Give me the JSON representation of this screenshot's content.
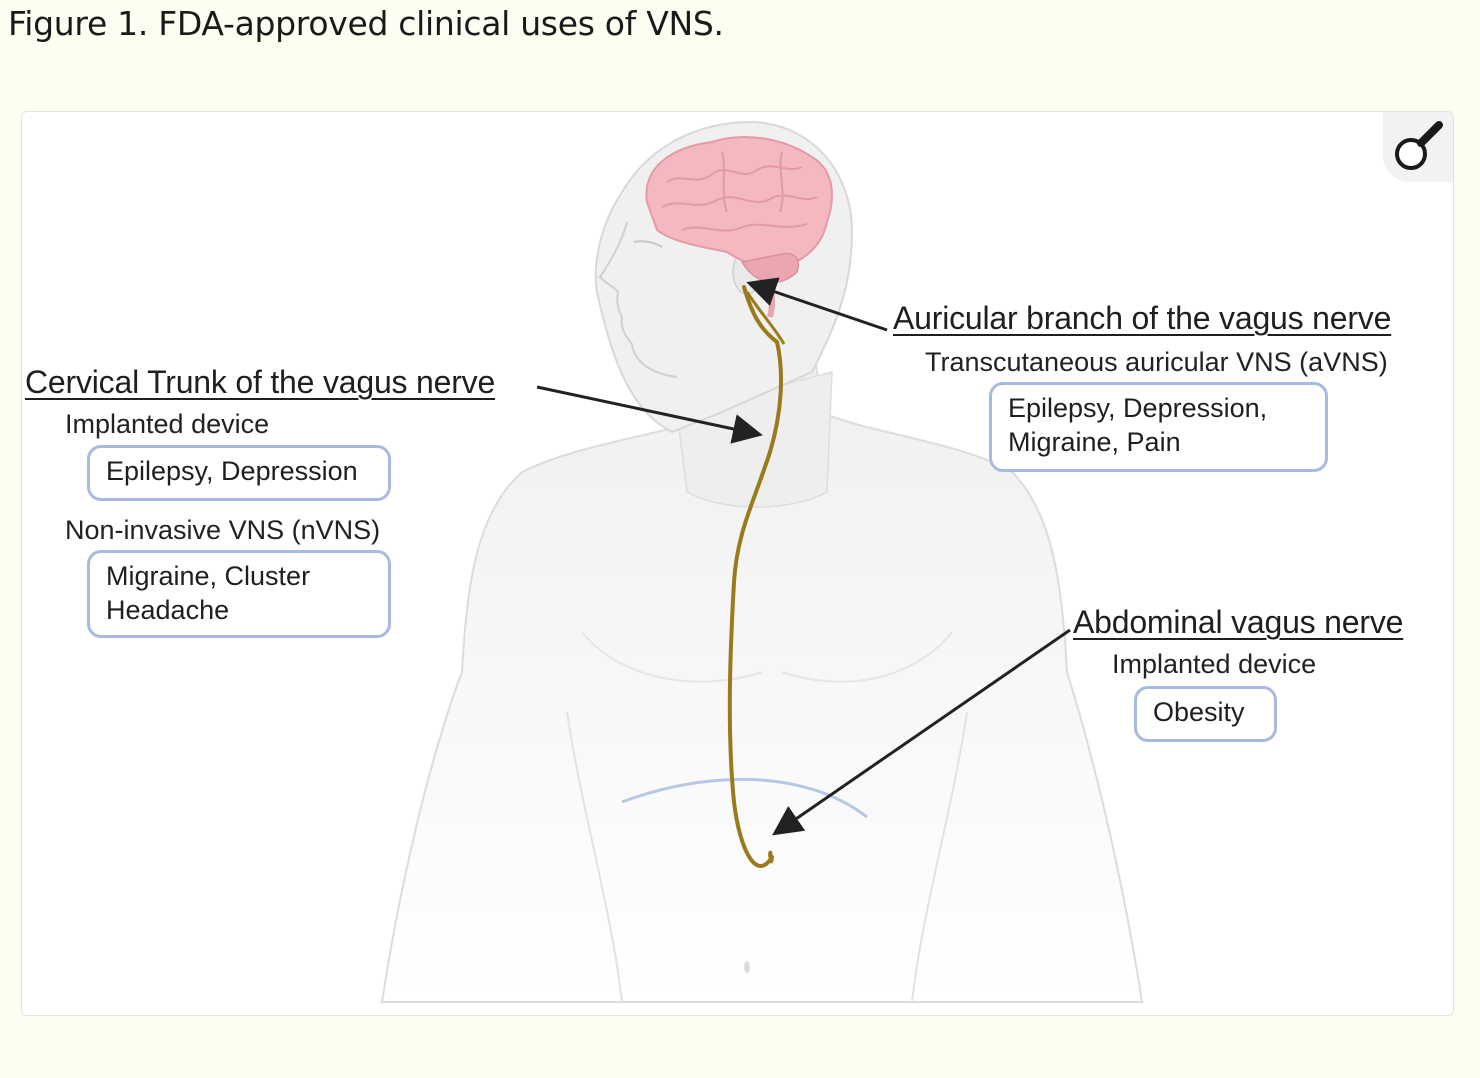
{
  "caption": "Figure 1. FDA-approved clinical uses of VNS.",
  "cervical": {
    "heading": "Cervical Trunk of the vagus nerve",
    "implanted_label": "Implanted device",
    "implanted_uses": [
      "Epilepsy, Depression"
    ],
    "noninvasive_label": "Non-invasive VNS (nVNS)",
    "noninvasive_uses": [
      "Migraine, Cluster",
      "Headache"
    ]
  },
  "auricular": {
    "heading": "Auricular branch of the vagus nerve",
    "method_label": "Transcutaneous auricular VNS (aVNS)",
    "uses": [
      "Epilepsy, Depression,",
      "Migraine, Pain"
    ]
  },
  "abdominal": {
    "heading": "Abdominal vagus nerve",
    "method_label": "Implanted device",
    "uses": [
      "Obesity"
    ]
  },
  "colors": {
    "background": "#fdfdf1",
    "box_border": "#a9b9e0",
    "nerve": "#9a7b1c",
    "brain": "#f3b8c0",
    "body": "#efefef"
  },
  "icons": {
    "zoom": "magnifier-icon"
  }
}
